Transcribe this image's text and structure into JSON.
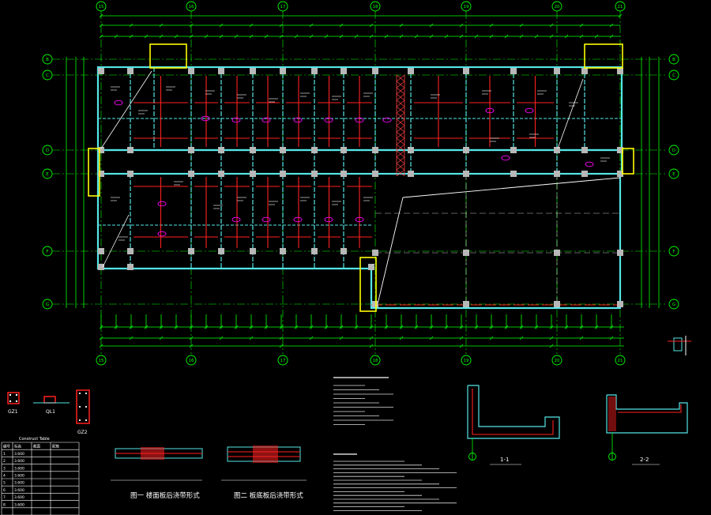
{
  "axes": {
    "top": [
      "15",
      "16",
      "17",
      "18",
      "19",
      "20",
      "21"
    ],
    "bottom": [
      "15",
      "16",
      "17",
      "18",
      "19",
      "20",
      "21"
    ],
    "left": [
      "B",
      "C",
      "D",
      "E",
      "F",
      "G"
    ],
    "right": [
      "B",
      "C",
      "D",
      "E",
      "F",
      "G"
    ]
  },
  "details": {
    "gz1": "GZ1",
    "ql1": "QL1",
    "gz2": "GZ2",
    "fig1": "图一  楼面板后浇带形式",
    "fig2": "图二  板底板后浇带形式",
    "section11": "1-1",
    "section22": "2-2"
  },
  "table": {
    "title": "Construct Table",
    "header": [
      "编号",
      "标高",
      "截面",
      "配筋"
    ],
    "rows": [
      [
        "1",
        "3.600",
        "",
        ""
      ],
      [
        "2",
        "3.600",
        "",
        ""
      ],
      [
        "3",
        "3.600",
        "",
        ""
      ],
      [
        "4",
        "3.600",
        "",
        ""
      ],
      [
        "5",
        "3.600",
        "",
        ""
      ],
      [
        "6",
        "3.600",
        "",
        ""
      ],
      [
        "7",
        "3.600",
        "",
        ""
      ],
      [
        "8",
        "3.600",
        "",
        ""
      ]
    ]
  },
  "colors": {
    "axis": "#00ff00",
    "wall": "#55e6e6",
    "rebar": "#ff2020",
    "tag": "#ff00ff",
    "outline": "#ffff00",
    "column": "#b8b8b8"
  }
}
